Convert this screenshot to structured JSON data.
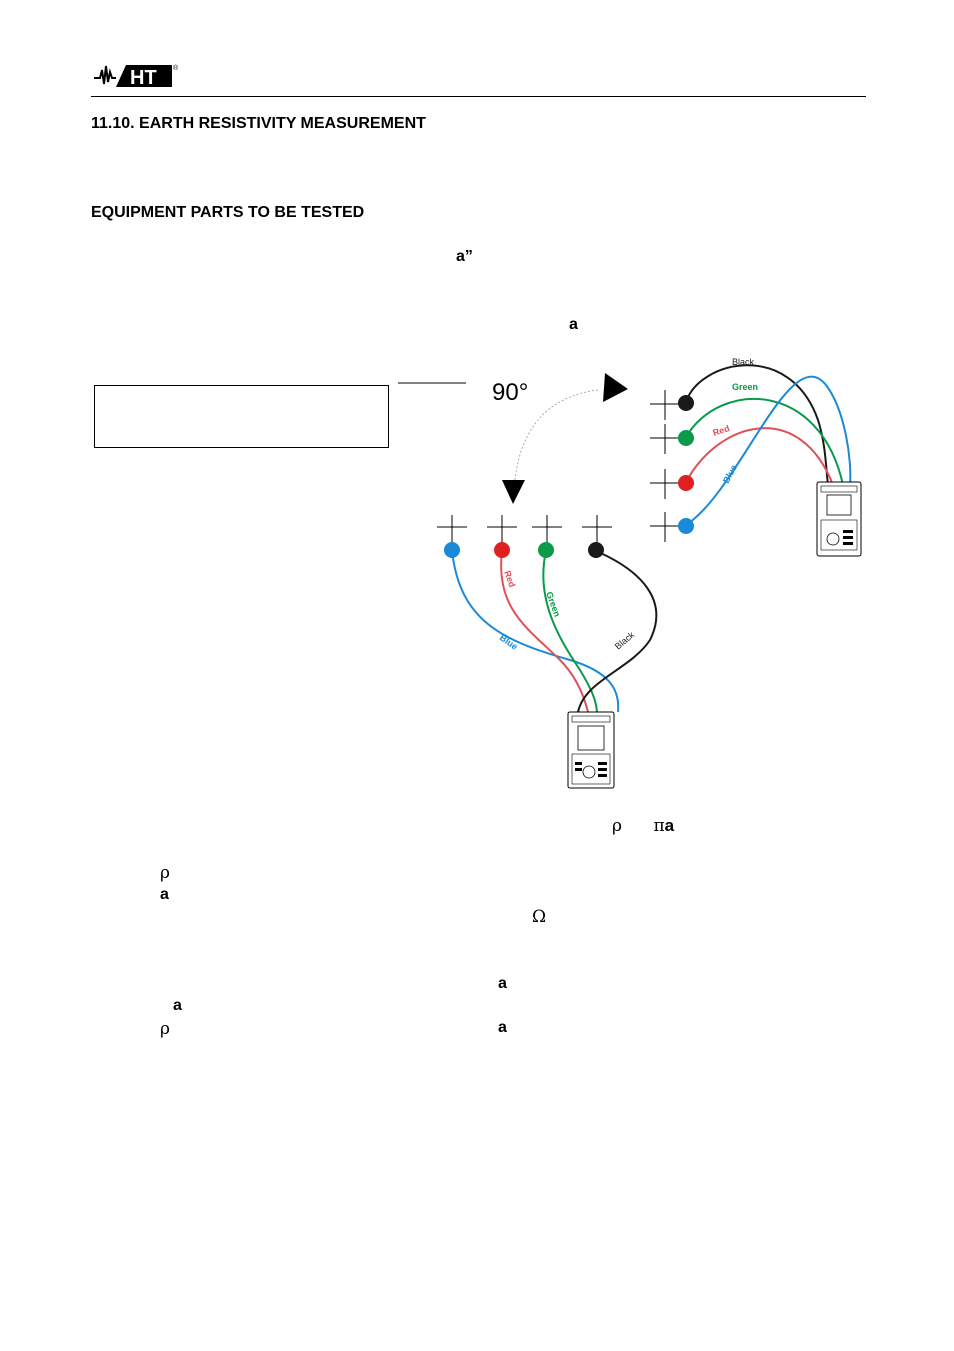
{
  "header": {
    "logo_text": "HT",
    "registered_mark": "®"
  },
  "section_title": "11.10.  EARTH RESISTIVITY MEASUREMENT",
  "subsection_title": "EQUIPMENT PARTS TO BE TESTED",
  "fragments": {
    "quote_a": "a”",
    "a_1": "a",
    "rho_1": "ρ",
    "a_2": "a",
    "omega": "Ω",
    "a_3": "a",
    "a_4": "a",
    "rho_2": "ρ",
    "a_5": "a"
  },
  "formula": {
    "rho": "ρ",
    "pi": "π",
    "a": "a"
  },
  "diagram": {
    "angle_label": "90°",
    "wire_labels": {
      "black": "Black",
      "green": "Green",
      "red": "Red",
      "blue": "Blue"
    },
    "colors": {
      "black": "#1a1a1a",
      "green": "#0a9a4a",
      "red": "#e0505a",
      "blue": "#1a8ad8",
      "red_ball": "#e02020"
    }
  }
}
